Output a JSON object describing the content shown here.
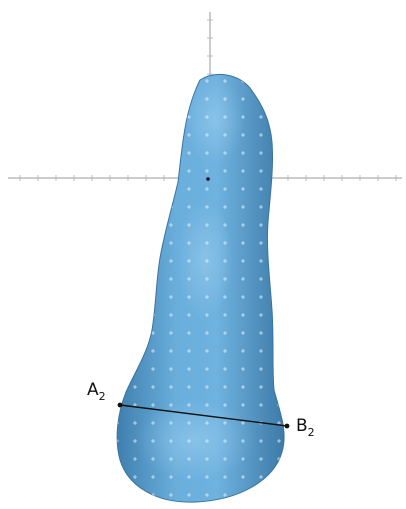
{
  "figure": {
    "background": "#ffffff",
    "model_color": "#5b9fcf",
    "model_highlight": "#7cbbe4",
    "model_shadow": "#3f7fae",
    "axis_color": "#9a9a9a",
    "measure_line_color": "#111111"
  },
  "points": {
    "a": {
      "letter": "A",
      "subscript": "2"
    },
    "b": {
      "letter": "B",
      "subscript": "2"
    }
  }
}
